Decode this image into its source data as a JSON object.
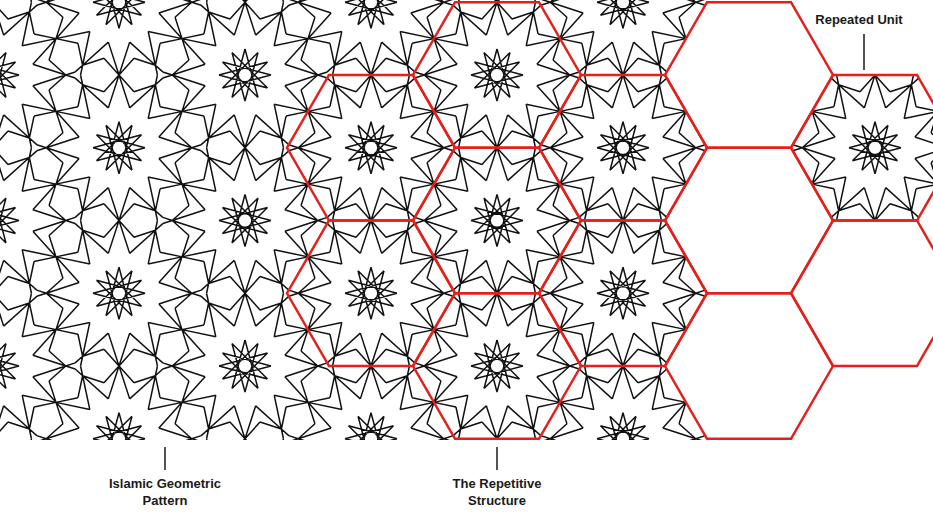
{
  "diagram": {
    "labels": [
      "Repeated Unit",
      "Islamic Geometric Pattern",
      "The Repetitive Structure"
    ]
  }
}
